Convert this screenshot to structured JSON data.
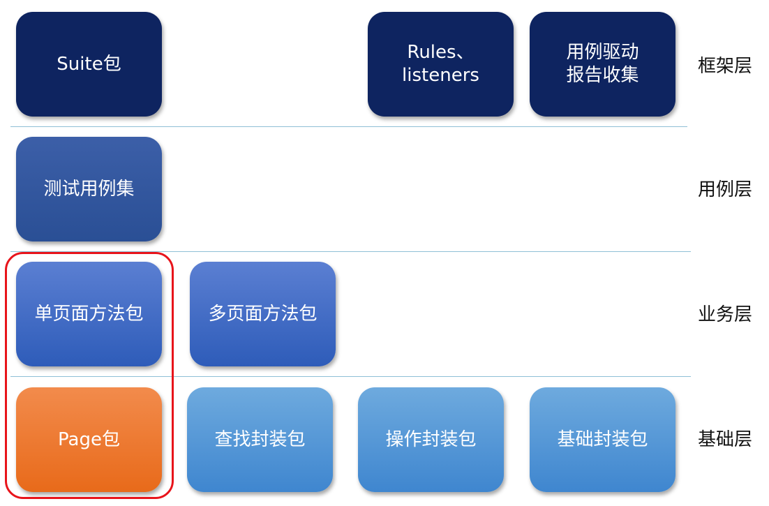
{
  "layers": {
    "framework": {
      "label": "框架层",
      "boxes": {
        "suite": "Suite包",
        "rules": "Rules、\nlisteners",
        "driver": "用例驱动\n报告收集"
      }
    },
    "testcase": {
      "label": "用例层",
      "boxes": {
        "suite_collection": "测试用例集"
      }
    },
    "business": {
      "label": "业务层",
      "boxes": {
        "single_page": "单页面方法包",
        "multi_page": "多页面方法包"
      }
    },
    "foundation": {
      "label": "基础层",
      "boxes": {
        "page": "Page包",
        "find": "查找封装包",
        "operate": "操作封装包",
        "base": "基础封装包"
      }
    }
  },
  "colors": {
    "framework_box": "#0e2460",
    "testcase_box": "#2f5397",
    "business_box": "#4470c8",
    "foundation_box": "#559ad8",
    "page_box": "#ec7a33",
    "highlight": "#e8141b",
    "divider": "#8fbfd6"
  }
}
